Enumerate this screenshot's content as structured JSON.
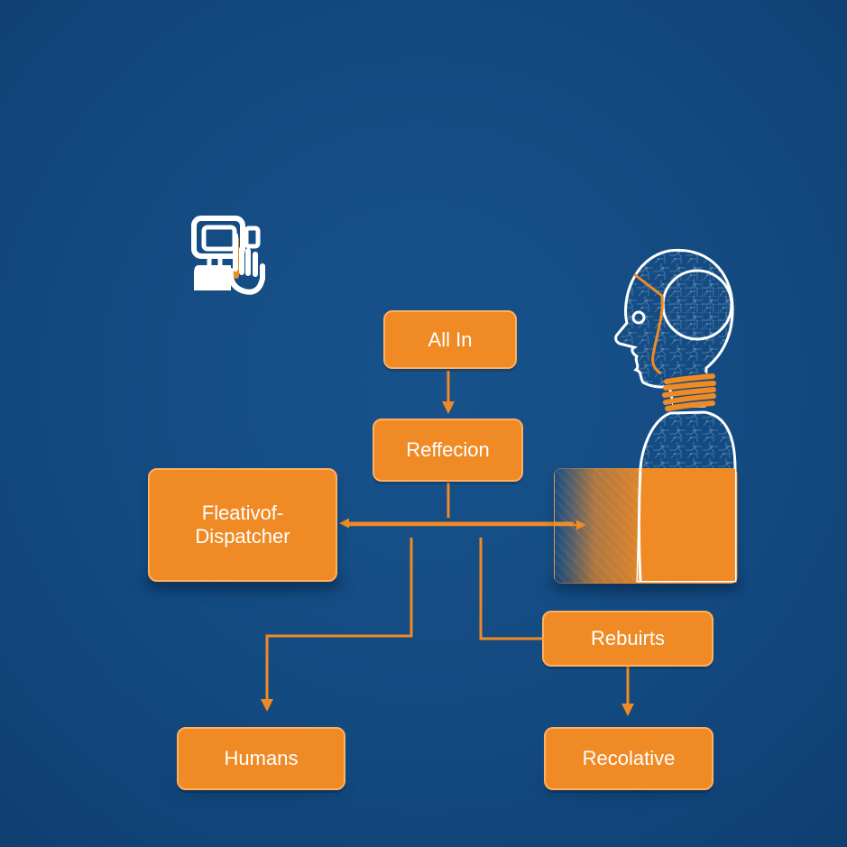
{
  "diagram": {
    "nodes": {
      "all_in": "All In",
      "reflection": "Reffecion",
      "dispatcher": "Fleativof-\nDispatcher",
      "rebuirts": "Rebuirts",
      "humans": "Humans",
      "recolative": "Recolative"
    },
    "icons": {
      "top_icon": "robot-hand-icon",
      "ai_head": "ai-head-profile-icon",
      "side_block": "orange-side-block"
    },
    "colors": {
      "background": "#134a80",
      "node_fill": "#f08a24",
      "node_border": "#ffb061",
      "line": "#f08a24",
      "head_outline": "#ffffff"
    }
  }
}
